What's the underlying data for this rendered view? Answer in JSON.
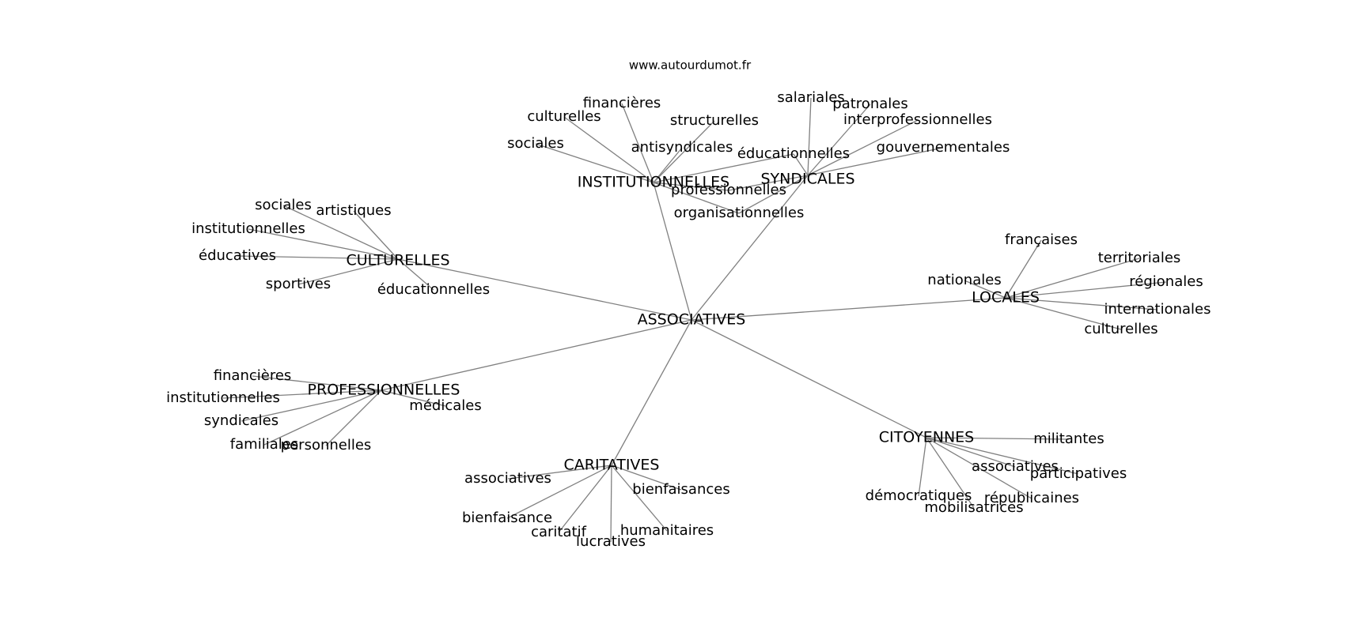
{
  "source": "www.autourdumot.fr",
  "colors": {
    "edge": "#808080",
    "text": "#000000",
    "background": "#ffffff"
  },
  "root": "ASSOCIATIVES",
  "clusters": [
    {
      "id": "institutionnelles",
      "label": "INSTITUTIONNELLES",
      "leaves": [
        "financières",
        "culturelles",
        "sociales",
        "structurelles",
        "antisyndicales",
        "éducationnelles",
        "professionnelles",
        "organisationnelles"
      ]
    },
    {
      "id": "syndicales",
      "label": "SYNDICALES",
      "leaves": [
        "salariales",
        "patronales",
        "interprofessionnelles",
        "gouvernementales",
        "éducationnelles",
        "professionnelles",
        "organisationnelles"
      ]
    },
    {
      "id": "culturelles",
      "label": "CULTURELLES",
      "leaves": [
        "sociales",
        "artistiques",
        "institutionnelles",
        "éducatives",
        "sportives",
        "éducationnelles"
      ]
    },
    {
      "id": "locales",
      "label": "LOCALES",
      "leaves": [
        "françaises",
        "nationales",
        "territoriales",
        "régionales",
        "internationales",
        "culturelles"
      ]
    },
    {
      "id": "professionnelles",
      "label": "PROFESSIONNELLES",
      "leaves": [
        "financières",
        "institutionnelles",
        "syndicales",
        "familiales",
        "personnelles",
        "médicales"
      ]
    },
    {
      "id": "caritatives",
      "label": "CARITATIVES",
      "leaves": [
        "associatives",
        "bienfaisance",
        "caritatif",
        "lucratives",
        "humanitaires",
        "bienfaisances"
      ]
    },
    {
      "id": "citoyennes",
      "label": "CITOYENNES",
      "leaves": [
        "militantes",
        "associatives",
        "participatives",
        "démocratiques",
        "mobilisatrices",
        "républicaines"
      ]
    }
  ]
}
